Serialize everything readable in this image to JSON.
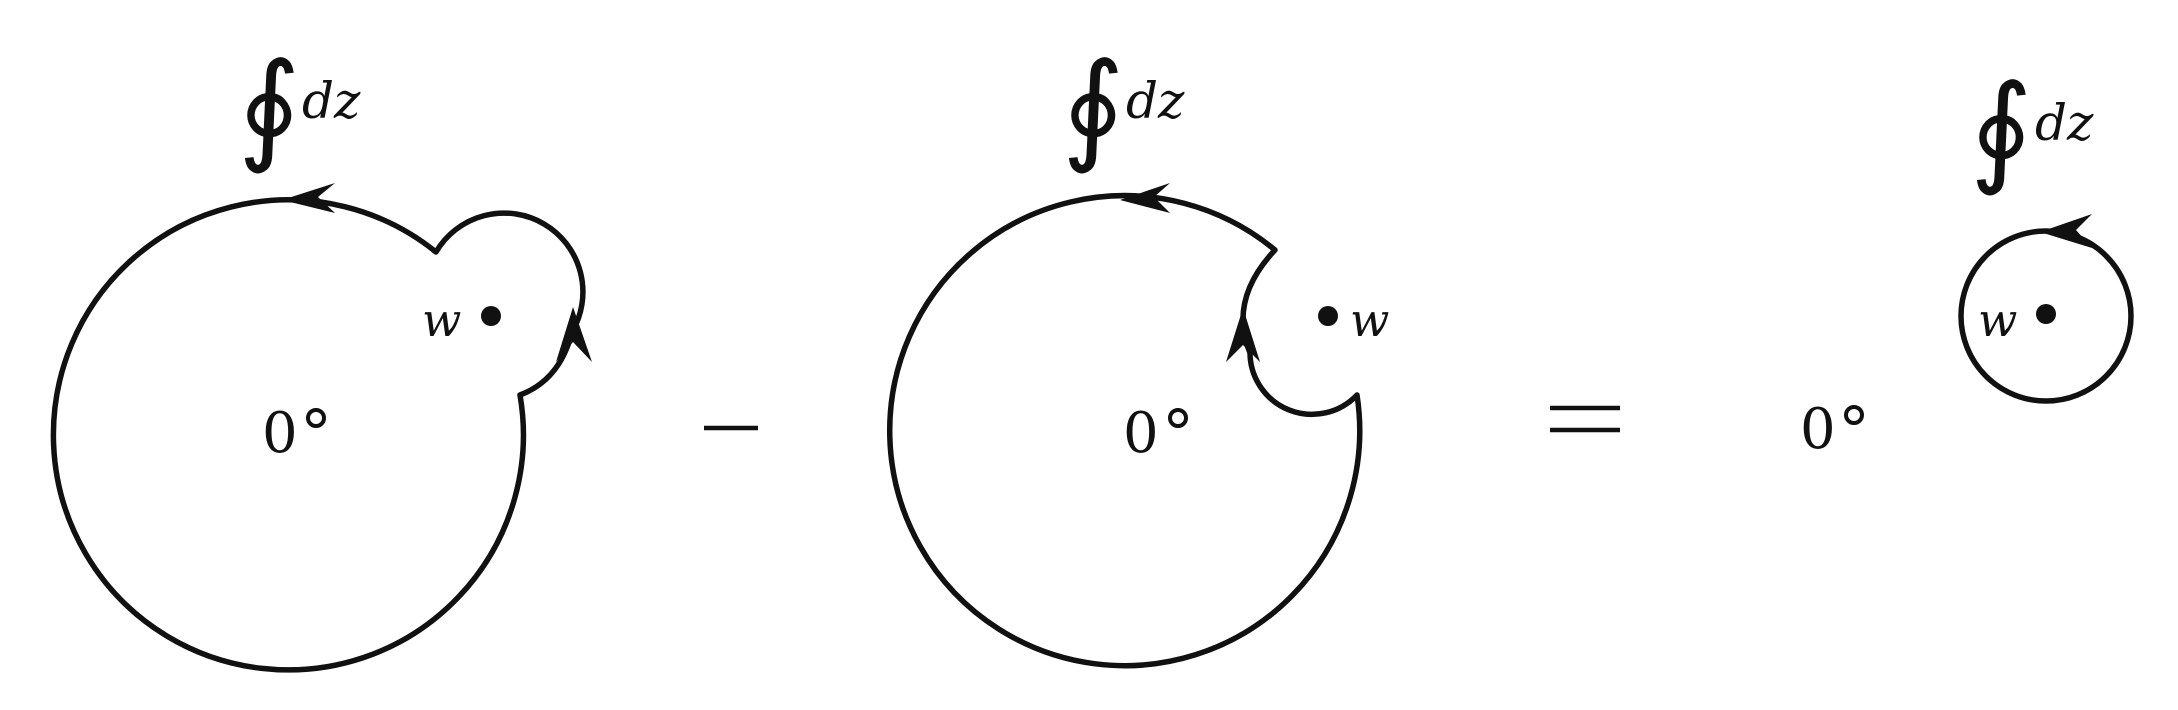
{
  "panels": [
    {
      "integral_sign": "∮",
      "integral_label": "dz",
      "pole_label": "w",
      "origin_label": "0"
    },
    {
      "integral_sign": "∮",
      "integral_label": "dz",
      "pole_label": "w",
      "origin_label": "0"
    },
    {
      "integral_sign": "∮",
      "integral_label": "dz",
      "pole_label": "w",
      "origin_label": "0"
    }
  ],
  "operators": {
    "minus": "−",
    "equals": "="
  }
}
